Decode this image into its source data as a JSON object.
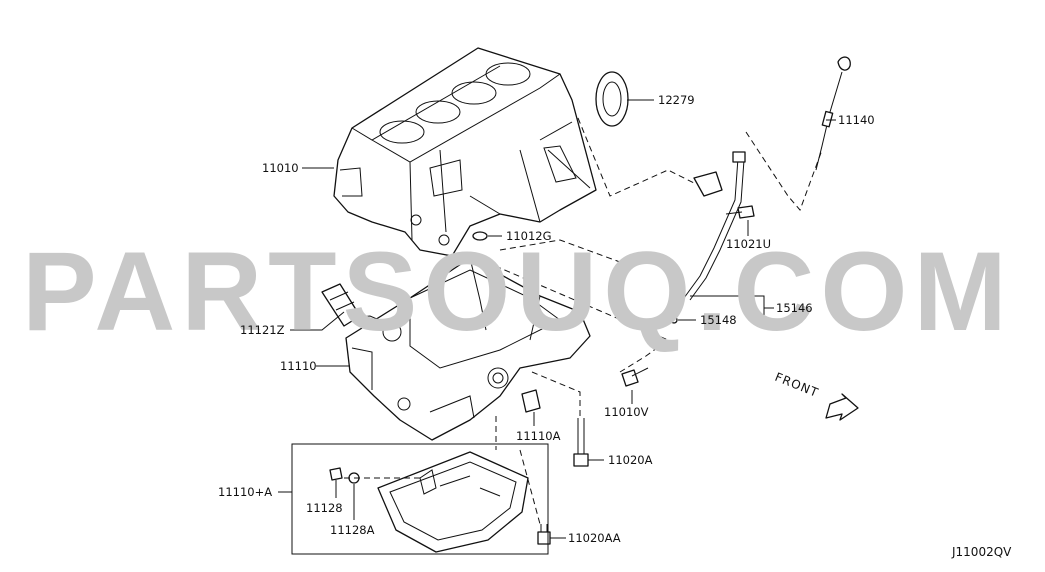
{
  "watermark": {
    "text": "PARTSOUQ.COM",
    "color": "#c8c8c8"
  },
  "labels": {
    "p12279": "12279",
    "p11140": "11140",
    "p11010": "11010",
    "p11012G": "11012G",
    "p11021U": "11021U",
    "p15146": "15146",
    "p15148": "15148",
    "p11121Z": "11121Z",
    "p11110": "11110",
    "p11010V": "11010V",
    "p11110A": "11110A",
    "p11020A": "11020A",
    "p11110plusA": "11110+A",
    "p11128": "11128",
    "p11128A": "11128A",
    "p11020AA": "11020AA"
  },
  "front_marker": "FRONT",
  "diagram_code": "J11002QV"
}
